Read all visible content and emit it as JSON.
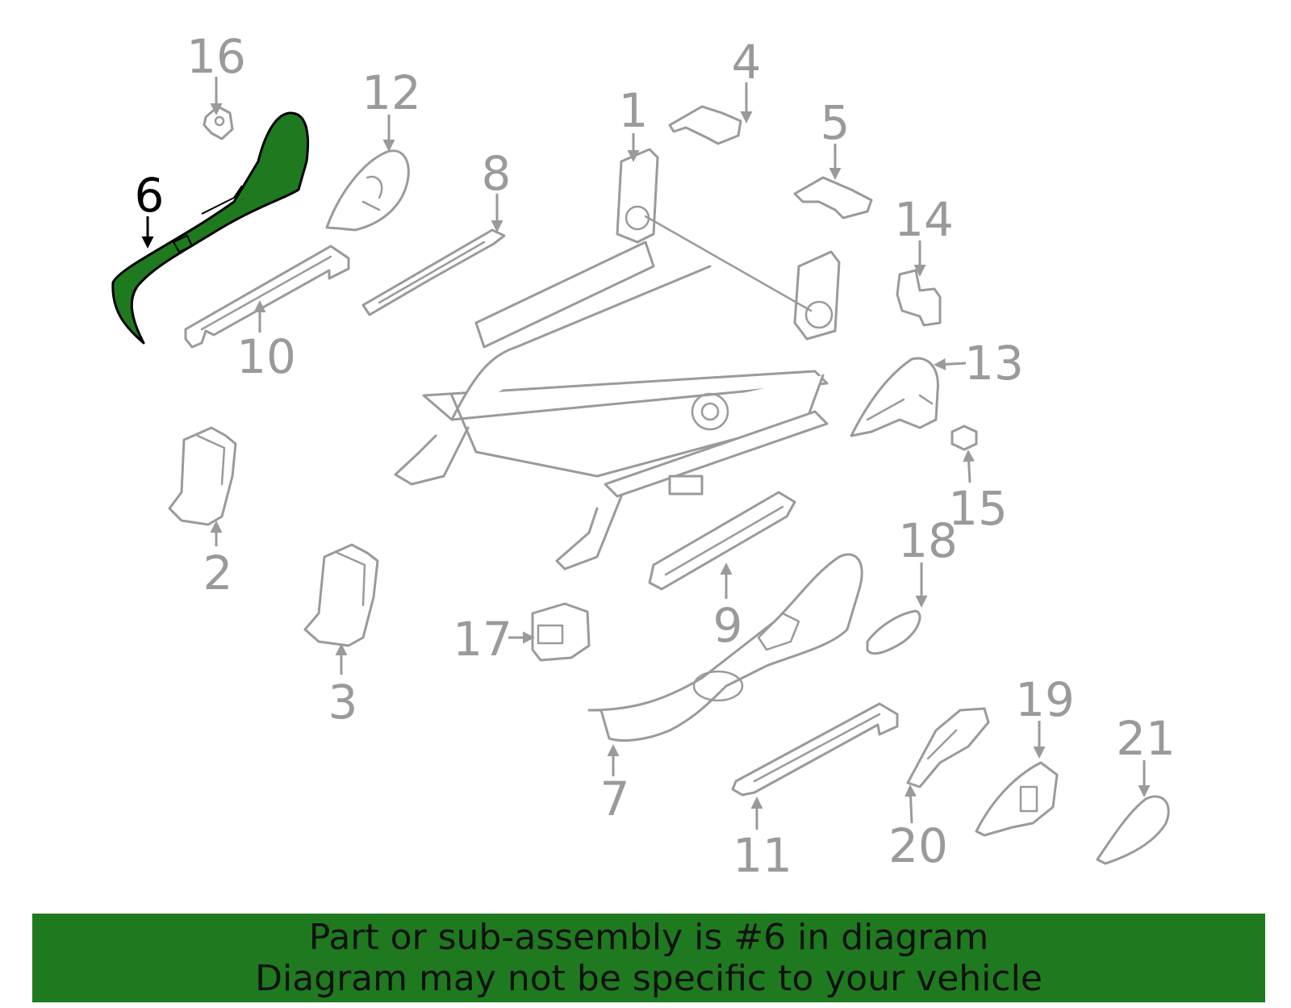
{
  "colors": {
    "highlight_fill": "#1f7a1f",
    "line_gray": "#9a9a9a",
    "banner_bg": "#1f7a1f"
  },
  "highlighted_part": "6",
  "callouts": [
    "1",
    "2",
    "3",
    "4",
    "5",
    "6",
    "7",
    "8",
    "9",
    "10",
    "11",
    "12",
    "13",
    "14",
    "15",
    "16",
    "17",
    "18",
    "19",
    "20",
    "21"
  ],
  "banner": {
    "line1": "Part or sub-assembly is #6 in diagram",
    "line2": "Diagram may not be specific to your vehicle"
  }
}
